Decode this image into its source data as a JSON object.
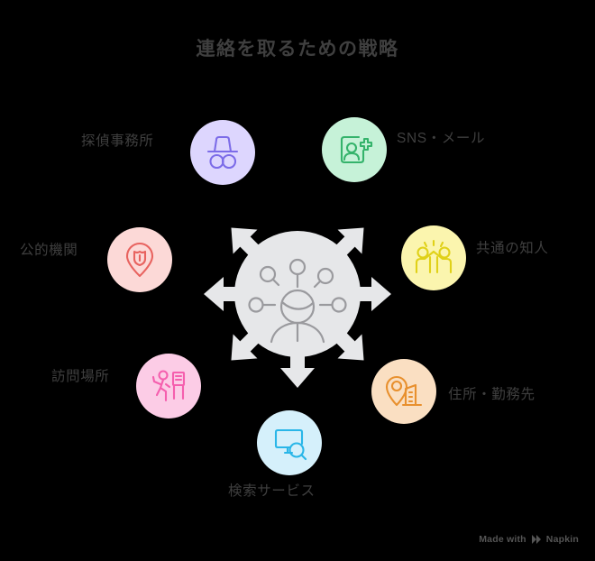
{
  "title": "連絡を取るための戦略",
  "center": {
    "icon": "person-network-search-icon",
    "fill": "#e6e7e9",
    "arrow_count": 7
  },
  "nodes": [
    {
      "key": "detective",
      "label": "探偵事務所",
      "icon": "detective-hat-glasses-icon",
      "circle_color": "#ddd6fe",
      "stroke_color": "#7c6ce8",
      "label_position": "left"
    },
    {
      "key": "sns",
      "label": "SNS・メール",
      "icon": "contact-card-plus-icon",
      "circle_color": "#c6f2d8",
      "stroke_color": "#34b36b",
      "label_position": "right"
    },
    {
      "key": "public",
      "label": "公的機関",
      "icon": "map-pin-police-badge-icon",
      "circle_color": "#fcd9d7",
      "stroke_color": "#e8635f",
      "label_position": "left"
    },
    {
      "key": "mutual",
      "label": "共通の知人",
      "icon": "two-people-high-five-icon",
      "circle_color": "#fbf5ae",
      "stroke_color": "#e0d118",
      "label_position": "right"
    },
    {
      "key": "visit",
      "label": "訪問場所",
      "icon": "person-walking-door-icon",
      "circle_color": "#fccce6",
      "stroke_color": "#f55fae",
      "label_position": "left"
    },
    {
      "key": "address",
      "label": "住所・勤務先",
      "icon": "map-pin-building-icon",
      "circle_color": "#fadfc2",
      "stroke_color": "#e8902e",
      "label_position": "right"
    },
    {
      "key": "search",
      "label": "検索サービス",
      "icon": "monitor-magnifier-icon",
      "circle_color": "#d5f0fb",
      "stroke_color": "#29b6e8",
      "label_position": "bottom"
    }
  ],
  "watermark": {
    "text": "Made with",
    "brand": "Napkin",
    "icon": "napkin-logo-icon"
  },
  "colors": {
    "background": "#000000",
    "text": "#3f3f3f",
    "hub_fill": "#e6e7e9",
    "hub_stroke": "#9a9a9e"
  }
}
